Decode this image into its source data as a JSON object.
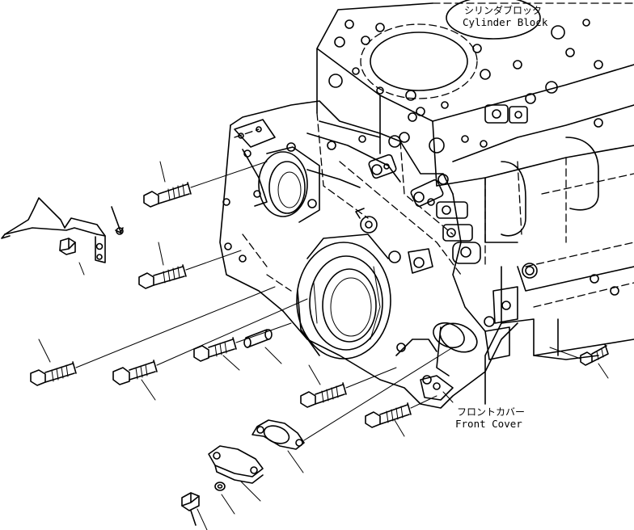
{
  "labels": {
    "cylinder_block_jp": "シリンダブロック",
    "cylinder_block_en": "Cylinder Block",
    "front_cover_jp": "フロントカバー",
    "front_cover_en": "Front Cover"
  }
}
